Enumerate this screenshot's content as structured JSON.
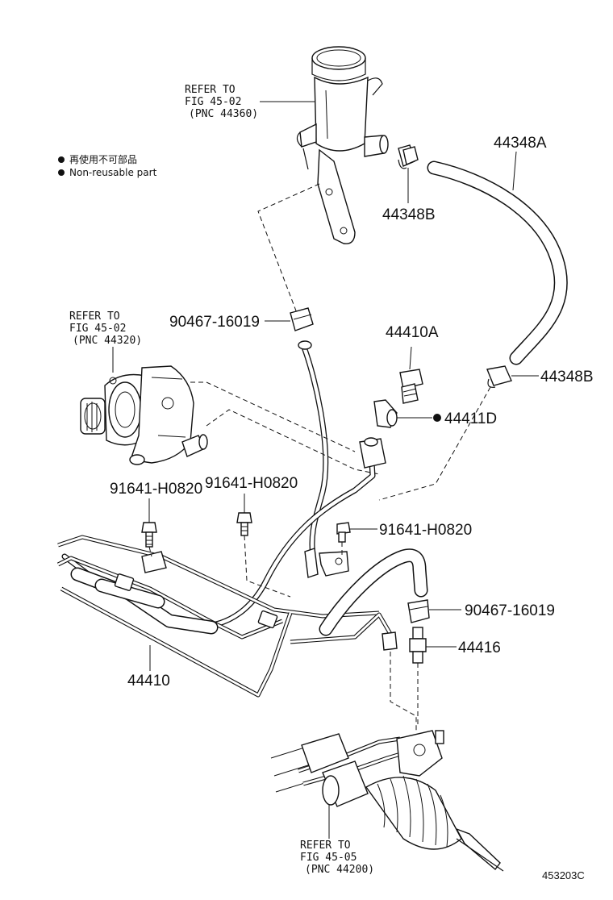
{
  "legend": {
    "japanese": "再使用不可部品",
    "english": "Non-reusable part"
  },
  "refs": {
    "reservoir": {
      "line1": "REFER TO",
      "line2": "FIG 45-02",
      "line3": "(PNC 44360)"
    },
    "pump": {
      "line1": "REFER TO",
      "line2": "FIG 45-02",
      "line3": "(PNC 44320)"
    },
    "gear": {
      "line1": "REFER TO",
      "line2": "FIG 45-05",
      "line3": "(PNC 44200)"
    }
  },
  "labels": {
    "hose_44348A": "44348A",
    "clamp_44348B_top": "44348B",
    "clamp_44348B_right": "44348B",
    "clamp_90467_top": "90467-16019",
    "clamp_90467_right": "90467-16019",
    "union_bolt_44410A": "44410A",
    "gasket_44411D": "44411D",
    "bolt_91641_left": "91641-H0820",
    "bolt_91641_mid": "91641-H0820",
    "bolt_91641_right": "91641-H0820",
    "tube_44416": "44416",
    "hose_assembly_44410": "44410"
  },
  "figure_code": "453203C",
  "colors": {
    "line": "#111111",
    "background": "#ffffff"
  }
}
